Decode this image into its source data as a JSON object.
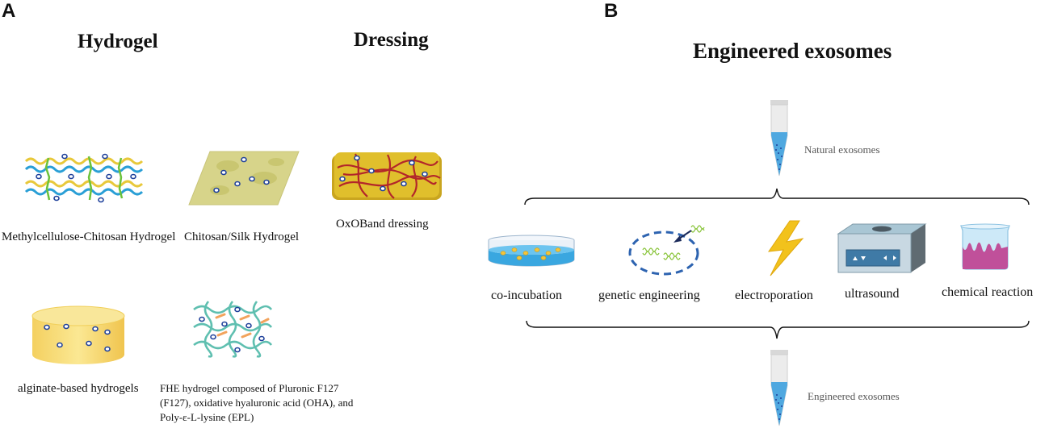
{
  "panel_a": {
    "letter": "A",
    "hydrogel_title": "Hydrogel",
    "dressing_title": "Dressing",
    "labels": {
      "mc_chitosan": "Methylcellulose-Chitosan Hydrogel",
      "chitosan_silk": "Chitosan/Silk Hydrogel",
      "oxoband": "OxOBand dressing",
      "alginate": "alginate-based hydrogels",
      "fhe_line1": "FHE hydrogel composed of  Pluronic F127",
      "fhe_line2": "(F127), oxidative hyaluronic acid (OHA), and",
      "fhe_line3": "Poly-ε-L-lysine (EPL)"
    }
  },
  "panel_b": {
    "letter": "B",
    "title": "Engineered exosomes",
    "natural": "Natural exosomes",
    "engineered": "Engineered exosomes",
    "methods": {
      "co_incubation": "co-incubation",
      "genetic": "genetic engineering",
      "electroporation": "electroporation",
      "ultrasound": "ultrasound",
      "chemical": "chemical reaction"
    }
  },
  "colors": {
    "chain_blue": "#2a9fd6",
    "chain_yellow": "#e8c83a",
    "crosslink_green": "#6cc23a",
    "particle_navy": "#1d3f9a",
    "dressing_red": "#b3262a",
    "tube_blue": "#4fa8e0",
    "lightning": "#f2c21c",
    "magenta": "#c0509a"
  }
}
